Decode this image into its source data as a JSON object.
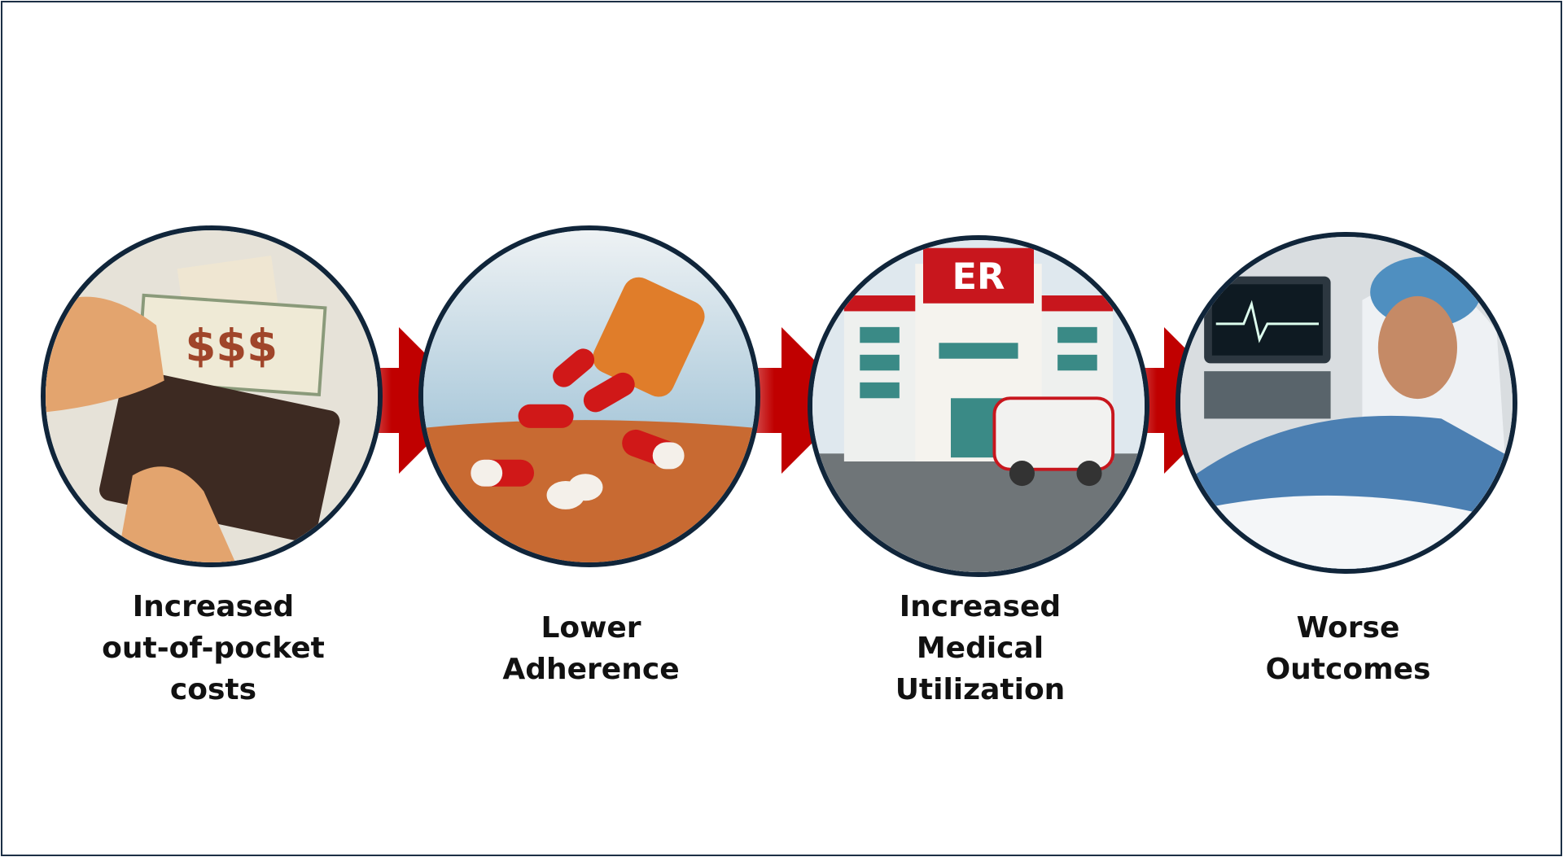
{
  "steps": [
    {
      "label_lines": [
        "Increased",
        "out-of-pocket",
        "costs"
      ],
      "image": "wallet-money-icon",
      "money_text": "$$$"
    },
    {
      "label_lines": [
        "Lower",
        "Adherence"
      ],
      "image": "spilled-pills-icon"
    },
    {
      "label_lines": [
        "Increased",
        "Medical",
        "Utilization"
      ],
      "image": "emergency-room-icon",
      "sign_text": "ER"
    },
    {
      "label_lines": [
        "Worse",
        "Outcomes"
      ],
      "image": "hospital-patient-icon"
    }
  ],
  "colors": {
    "arrow": "#c00000",
    "circle_border": "#10253a",
    "frame": "#1c2f45"
  }
}
